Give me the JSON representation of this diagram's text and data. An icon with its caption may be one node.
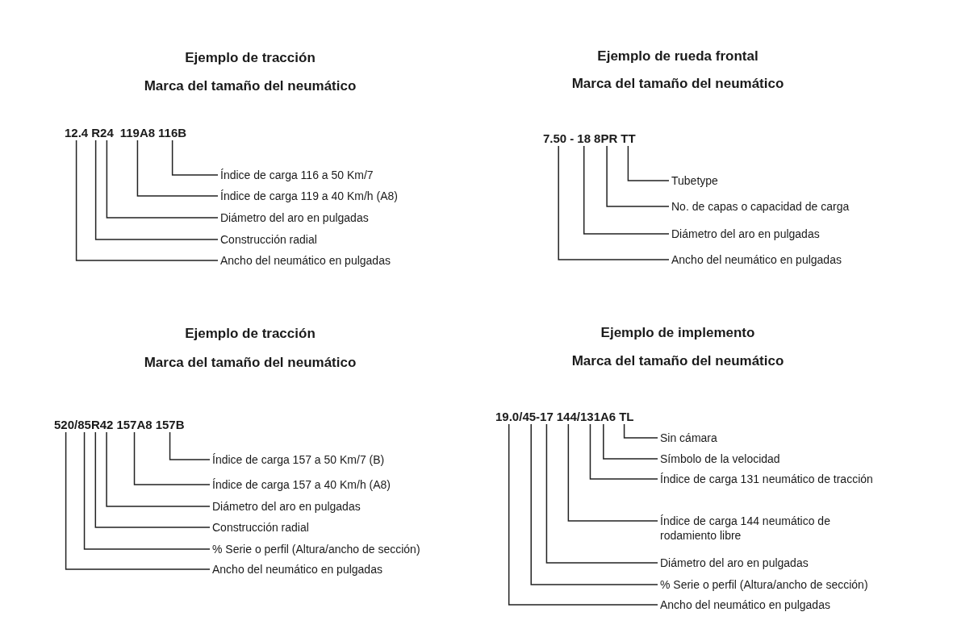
{
  "diagram": {
    "nodes": [
      {
        "text": [
          "12.4"
        ]
      },
      {
        "text": [
          "R"
        ]
      },
      {
        "text": [
          "24"
        ]
      },
      {
        "text": [
          "119A8"
        ]
      },
      {
        "text": [
          "116B"
        ]
      },
      {
        "text": [
          "Índice de carga 116 a 50 Km/7"
        ]
      },
      {
        "text": [
          "Índice de carga 119 a 40 Km/h (A8)"
        ]
      },
      {
        "text": [
          "Diámetro del aro en pulgadas"
        ]
      },
      {
        "text": [
          "Construcción radial"
        ]
      },
      {
        "text": [
          "Ancho del neumático en pulgadas"
        ]
      },
      {
        "text": [
          "7.50 -"
        ]
      },
      {
        "text": [
          "18"
        ]
      },
      {
        "text": [
          "8PR"
        ]
      },
      {
        "text": [
          "TT"
        ]
      },
      {
        "text": [
          "Tubetype"
        ]
      },
      {
        "text": [
          "No. de capas o capacidad de carga"
        ]
      },
      {
        "text": [
          "Diámetro del aro en pulgadas"
        ]
      },
      {
        "text": [
          "Ancho del neumático en pulgadas"
        ]
      },
      {
        "text": [
          "520/"
        ]
      },
      {
        "text": [
          "85"
        ]
      },
      {
        "text": [
          "R"
        ]
      },
      {
        "text": [
          "42"
        ]
      },
      {
        "text": [
          "157A8"
        ]
      },
      {
        "text": [
          "157B"
        ]
      },
      {
        "text": [
          "Índice de carga 157 a 50 Km/7 (B)"
        ]
      },
      {
        "text": [
          "Índice de carga 157 a 40 Km/h (A8)"
        ]
      },
      {
        "text": [
          "Diámetro del aro en pulgadas"
        ]
      },
      {
        "text": [
          "Construcción radial"
        ]
      },
      {
        "text": [
          "% Serie o perfil (Altura/ancho de sección)"
        ]
      },
      {
        "text": [
          "Ancho del neumático en pulgadas"
        ]
      },
      {
        "text": [
          "19.0/"
        ]
      },
      {
        "text": [
          "45-"
        ]
      },
      {
        "text": [
          "17"
        ]
      },
      {
        "text": [
          "144/"
        ]
      },
      {
        "text": [
          "131"
        ]
      },
      {
        "text": [
          "A6"
        ]
      },
      {
        "text": [
          "TL"
        ]
      },
      {
        "text": [
          "Sin cámara"
        ]
      },
      {
        "text": [
          "Símbolo de la velocidad"
        ]
      },
      {
        "text": [
          "Índice de carga 131 neumático de tracción"
        ]
      },
      {
        "text": [
          "Índice de carga 144 neumático de rodamiento libre"
        ]
      },
      {
        "text": [
          "Diámetro del aro en pulgadas"
        ]
      },
      {
        "text": [
          "% Serie o perfil (Altura/ancho de sección)"
        ]
      },
      {
        "text": [
          "Ancho del neumático en pulgadas"
        ]
      }
    ],
    "edges": [
      {
        "from": 5,
        "to": 4,
        "arrow": "none"
      },
      {
        "from": 6,
        "to": 3,
        "arrow": "none"
      },
      {
        "from": 7,
        "to": 2,
        "arrow": "none"
      },
      {
        "from": 8,
        "to": 1,
        "arrow": "none"
      },
      {
        "from": 9,
        "to": 0,
        "arrow": "none"
      },
      {
        "from": 14,
        "to": 13,
        "arrow": "none"
      },
      {
        "from": 15,
        "to": 12,
        "arrow": "none"
      },
      {
        "from": 16,
        "to": 11,
        "arrow": "none"
      },
      {
        "from": 17,
        "to": 10,
        "arrow": "none"
      },
      {
        "from": 24,
        "to": 23,
        "arrow": "none"
      },
      {
        "from": 25,
        "to": 22,
        "arrow": "none"
      },
      {
        "from": 26,
        "to": 21,
        "arrow": "none"
      },
      {
        "from": 27,
        "to": 20,
        "arrow": "none"
      },
      {
        "from": 28,
        "to": 19,
        "arrow": "none"
      },
      {
        "from": 29,
        "to": 18,
        "arrow": "none"
      },
      {
        "from": 37,
        "to": 36,
        "arrow": "none"
      },
      {
        "from": 38,
        "to": 35,
        "arrow": "none"
      },
      {
        "from": 39,
        "to": 34,
        "arrow": "none"
      },
      {
        "from": 40,
        "to": 33,
        "arrow": "none"
      },
      {
        "from": 41,
        "to": 32,
        "arrow": "none"
      },
      {
        "from": 42,
        "to": 31,
        "arrow": "none"
      },
      {
        "from": 43,
        "to": 30,
        "arrow": "none"
      }
    ],
    "labels": [
      "Ejemplo de tracción",
      "Marca del tamaño del neumático",
      "Ejemplo de rueda frontal",
      "Marca del tamaño del neumático",
      "Ejemplo de tracción",
      "Marca del tamaño del neumático",
      "Ejemplo de implemento",
      "Marca del tamaño del neumático"
    ]
  }
}
